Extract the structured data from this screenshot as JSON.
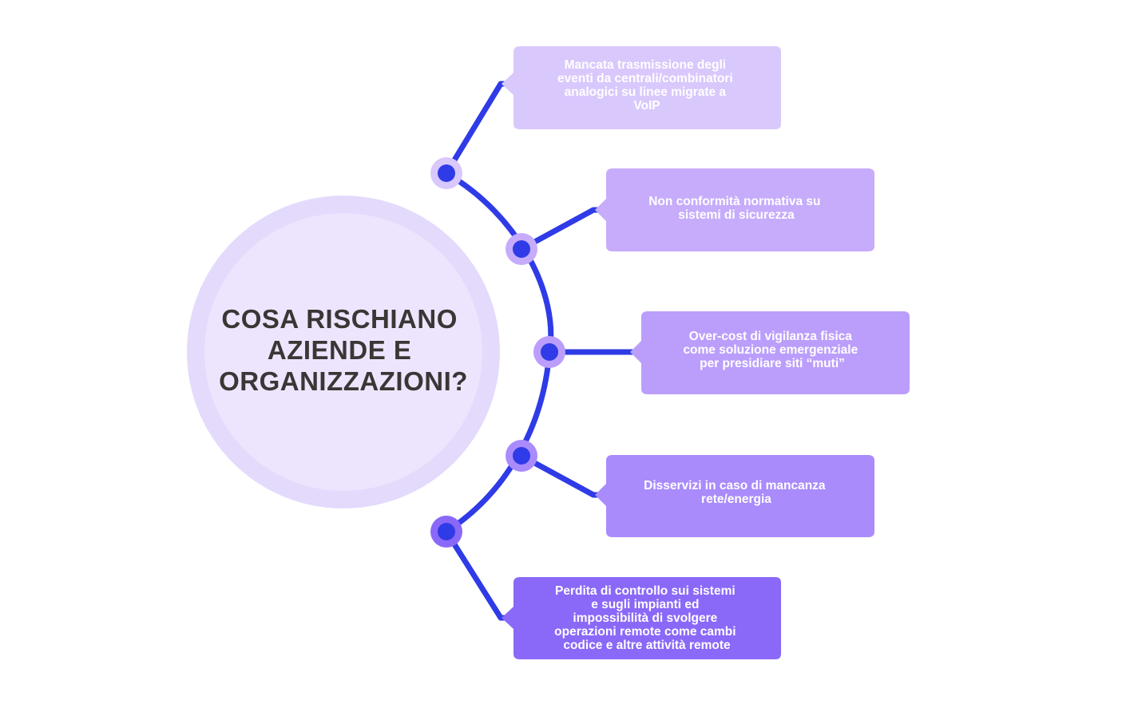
{
  "title": {
    "lines": [
      "COSA RISCHIANO",
      "AZIENDE E",
      "ORGANIZZAZIONI?"
    ]
  },
  "risks": [
    {
      "lines": [
        "Mancata trasmissione degli",
        "eventi da centrali/combinatori",
        "analogici su linee migrate a",
        "VoIP"
      ],
      "color": "#d9c8fc"
    },
    {
      "lines": [
        "Non conformità normativa su",
        "sistemi di sicurezza"
      ],
      "color": "#c6acfb"
    },
    {
      "lines": [
        "Over-cost di vigilanza fisica",
        "come soluzione emergenziale",
        "per presidiare siti “muti”"
      ],
      "color": "#bb9efb"
    },
    {
      "lines": [
        "Disservizi in caso di mancanza",
        "rete/energia"
      ],
      "color": "#a98bfb"
    },
    {
      "lines": [
        "Perdita di controllo sui sistemi",
        "e sugli impianti ed",
        "impossibilità di svolgere",
        "operazioni remote come cambi",
        "codice e altre attività remote"
      ],
      "color": "#8a68f8"
    }
  ],
  "colors": {
    "connector": "#2f3be6",
    "node_dot": "#2f3be6",
    "circle_outer": "#e4dafc",
    "circle_inner": "#ede5fe",
    "title": "#3b3535",
    "box_text": "#ffffff"
  }
}
